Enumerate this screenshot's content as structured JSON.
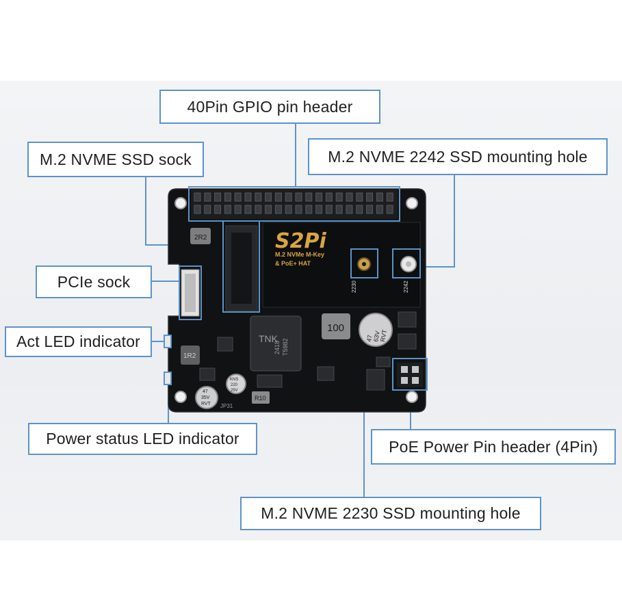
{
  "callouts": {
    "gpio_header": "40Pin GPIO pin header",
    "ssd_sock": "M.2 NVME SSD sock",
    "hole_2242": "M.2 NVME 2242 SSD mounting hole",
    "pcie_sock": "PCIe sock",
    "act_led": "Act LED indicator",
    "power_led": "Power status LED indicator",
    "poe_header": "PoE Power Pin header (4Pin)",
    "hole_2230": "M.2 NVME 2230 SSD mounting hole"
  },
  "board": {
    "logo": "S2Pi",
    "subtitle_line1": "M.2 NVMe M-Key",
    "subtitle_line2": "& PoE+ HAT",
    "hole_label_2230": "2230",
    "hole_label_2242": "2242",
    "inductor_100": "100",
    "inductor_2r2": "2R2",
    "inductor_1r2": "1R2",
    "resistor_r10": "R10",
    "chip_top": "TNK",
    "chip_line2": "2418",
    "chip_line3": "T5982",
    "cap_large_1": "47",
    "cap_large_2": "63V",
    "cap_large_3": "RVT",
    "cap_small_1": "47",
    "cap_small_2": "35V",
    "cap_small_3": "RVT",
    "cap_kns_1": "KNS",
    "cap_kns_2": "220",
    "cap_kns_3": "25V",
    "jp_label": "JP31"
  },
  "colors": {
    "callout_border": "#5d93c8",
    "board": "#111214",
    "gold_text": "#d9a441"
  }
}
